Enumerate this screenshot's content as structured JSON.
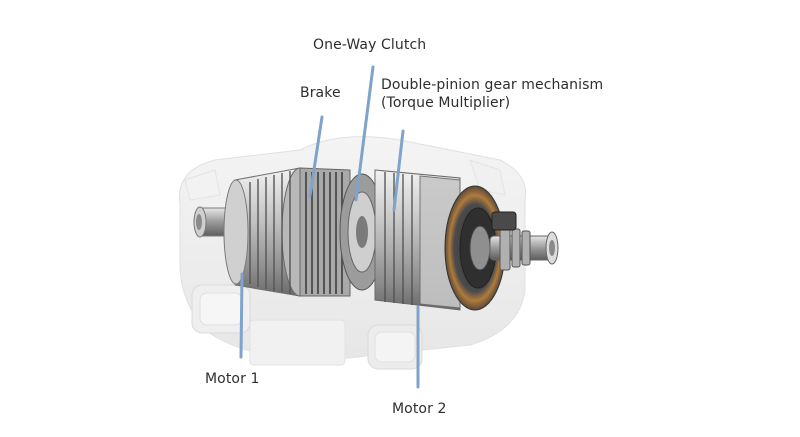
{
  "labels": {
    "one_way_clutch": "One-Way Clutch",
    "brake": "Brake",
    "double_pinion_line1": "Double-pinion gear mechanism",
    "double_pinion_line2": "(Torque Multiplier)",
    "motor_1": "Motor 1",
    "motor_2": "Motor 2"
  },
  "colors": {
    "leader_line": "#7fa3c9",
    "label_text": "#2e2e2e",
    "background": "#ffffff"
  }
}
